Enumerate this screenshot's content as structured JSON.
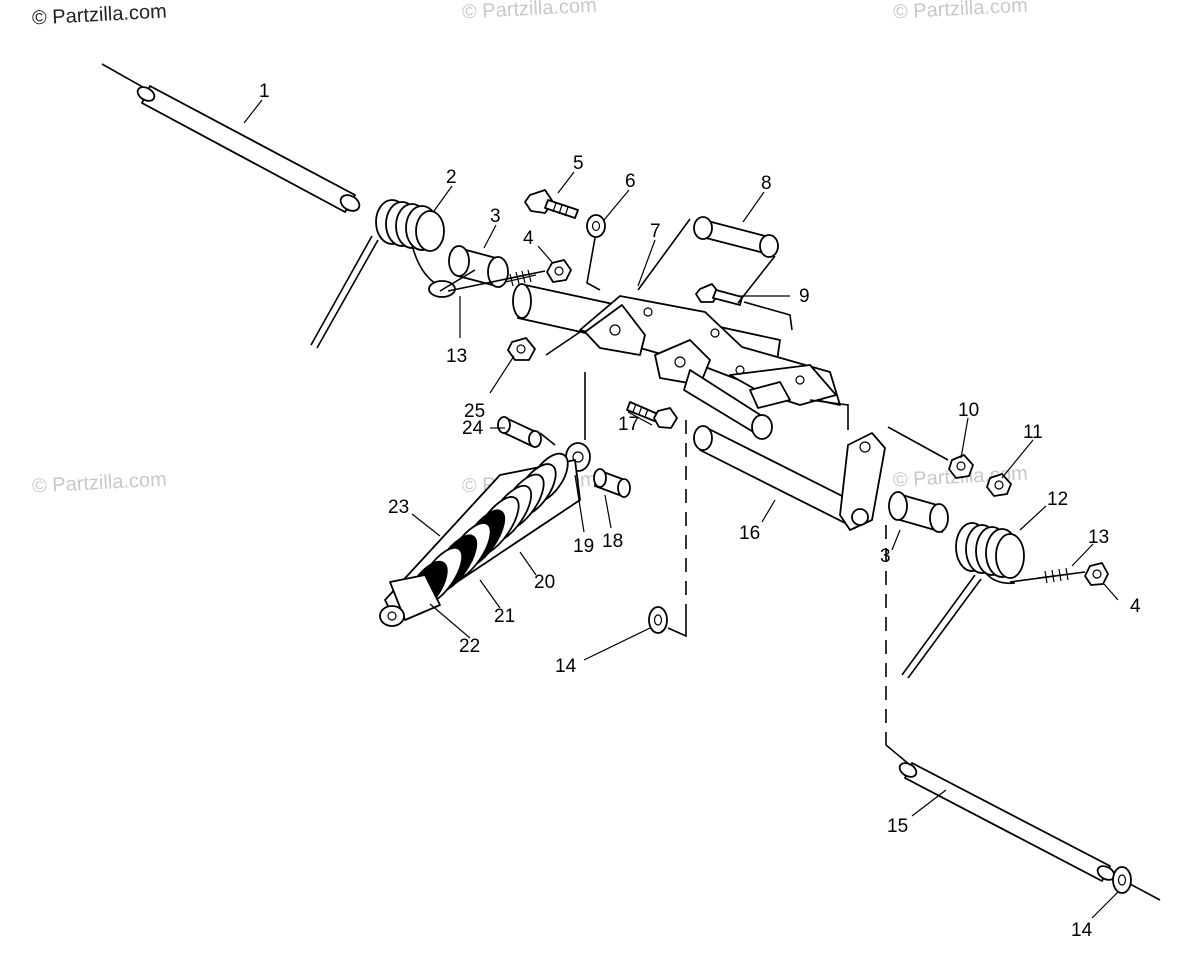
{
  "watermarks": [
    {
      "text": "© Partzilla.com",
      "style": "primary"
    },
    {
      "text": "© Partzilla.com",
      "style": "faint"
    },
    {
      "text": "© Partzilla.com",
      "style": "faint"
    },
    {
      "text": "© Partzilla.com",
      "style": "faint"
    },
    {
      "text": "© Partzilla.com",
      "style": "faint"
    },
    {
      "text": "© Partzilla.com",
      "style": "faint"
    }
  ],
  "callouts": [
    "1",
    "2",
    "3",
    "4",
    "5",
    "6",
    "7",
    "8",
    "9",
    "13",
    "25",
    "24",
    "17",
    "10",
    "11",
    "23",
    "19",
    "18",
    "16",
    "3",
    "12",
    "13",
    "4",
    "20",
    "21",
    "22",
    "14",
    "15",
    "14"
  ],
  "colors": {
    "ink": "#000000",
    "paper": "#ffffff",
    "watermark": "#c8c8c8"
  }
}
